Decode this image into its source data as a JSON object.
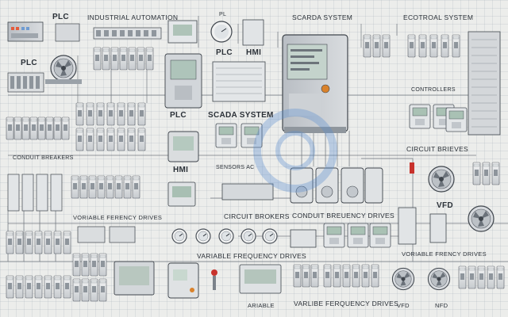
{
  "labels": {
    "plc_top": "PLC",
    "industrial_automation": "INDUSTRIAL AUTOMATION",
    "pl_small": "PL",
    "scarda_system": "SCARDA SYSTEM",
    "ecotroal_system": "ECOTROAL SYSTEM",
    "plc_left": "PLC",
    "plc_mid": "PLC",
    "hmi_top": "HMI",
    "plc_center": "PLC",
    "scada_system": "SCADA SYSTEM",
    "controllers": "CONTROLLERS",
    "conduit_breakers": "CONDUIT BREAKERS",
    "hmi_center": "HMI",
    "sensors_ac": "SENSORS AC",
    "circuit_brieves": "CIRCUIT BRIEVES",
    "vfd_right": "VFD",
    "vorable_ferency": "VORIABLE FERENCY DRIVES",
    "circuit_brokers": "CIRCUIT BROKERS",
    "conduit_breuency": "CONDUIT BREUENCY DRIVES",
    "variable_frequency": "VARIABLE FREQUENCY DRIVES",
    "voriable_frency_r": "VORIABLE FRENCY DRIVES",
    "ariable": "ARIABLE",
    "varible_ferquency": "VARLIBE FERQUENCY DRIVES",
    "vfd_bottom1": "VFD",
    "vfd_bottom2": "NFD"
  },
  "colors": {
    "background": "#ecedeb",
    "panel": "#c9cdd1",
    "ink": "#2b3138",
    "accent_red": "#c8322c",
    "accent_orange": "#d9822b",
    "watermark": "#5b8fd0"
  }
}
